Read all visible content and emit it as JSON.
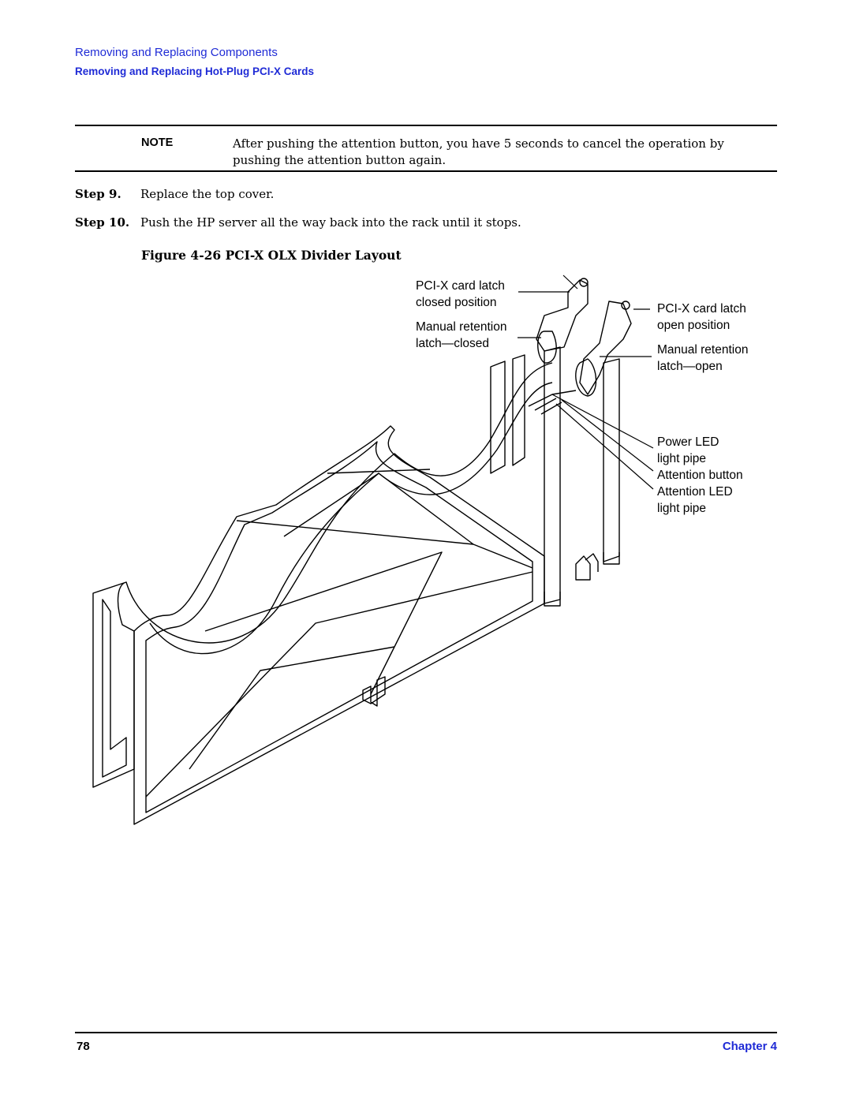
{
  "header": {
    "section": "Removing and Replacing Components",
    "subsection": "Removing and Replacing Hot-Plug PCI-X Cards"
  },
  "note": {
    "label": "NOTE",
    "text": "After pushing the attention button, you have 5 seconds to cancel the operation by pushing the attention button again."
  },
  "steps": [
    {
      "label": "Step 9.",
      "text": "Replace the top cover."
    },
    {
      "label": "Step 10.",
      "text": "Push the HP server all the way back into the rack until it stops."
    }
  ],
  "figure": {
    "title": "Figure 4-26 PCI-X OLX Divider Layout",
    "callouts": {
      "closed_latch_1": "PCI-X card latch",
      "closed_latch_2": "closed position",
      "manual_closed_1": "Manual retention",
      "manual_closed_2": "latch—closed",
      "open_latch_1": "PCI-X card latch",
      "open_latch_2": "open position",
      "manual_open_1": "Manual retention",
      "manual_open_2": "latch—open",
      "power_led_1": "Power LED",
      "power_led_2": "light pipe",
      "attention_button": "Attention button",
      "attention_led_1": "Attention LED",
      "attention_led_2": "light pipe"
    }
  },
  "footer": {
    "page_number": "78",
    "chapter": "Chapter 4"
  },
  "colors": {
    "link_blue": "#1f2bd6",
    "text": "#000000"
  }
}
